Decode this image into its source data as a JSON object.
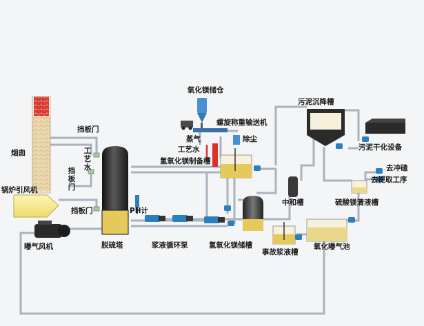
{
  "labels": {
    "chimney": "烟囱",
    "boiler_fan": "锅炉引风机",
    "aeration_fan": "曝气风机",
    "damper_top": "挡板门",
    "damper_mid": "挡板门",
    "damper_low": "挡板门",
    "process_water_left": "工艺水",
    "desulfur_tower": "脱硫塔",
    "ph_meter": "PH计",
    "slurry_pump": "浆液循环泵",
    "mgo_silo": "氧化镁储仓",
    "screw_feeder": "螺旋称重输送机",
    "dust_removal": "除尘",
    "steam": "蒸气",
    "process_water_right": "工艺水",
    "mgoh_prep_tank": "氢氧化镁制备槽",
    "mgoh_storage_tank": "氢氧化镁储槽",
    "neutral_tank": "中和槽",
    "emergency_tank": "事故浆液槽",
    "oxidation_pool": "氧化曝气池",
    "sludge_settling": "污泥沉降槽",
    "sludge_dryer": "污泥干化设备",
    "mgso4_tank": "硫酸镁清液槽",
    "to_flush": "去冲碴",
    "to_extract": "去提取工序"
  },
  "colors": {
    "pipe": "#a9b3bd",
    "pump": "#2a7fc1",
    "brick_red": "#d8322a",
    "brick": "#e8d3a8",
    "slurry": "#e5c95a",
    "tower_dark": "#2b2b2b"
  }
}
